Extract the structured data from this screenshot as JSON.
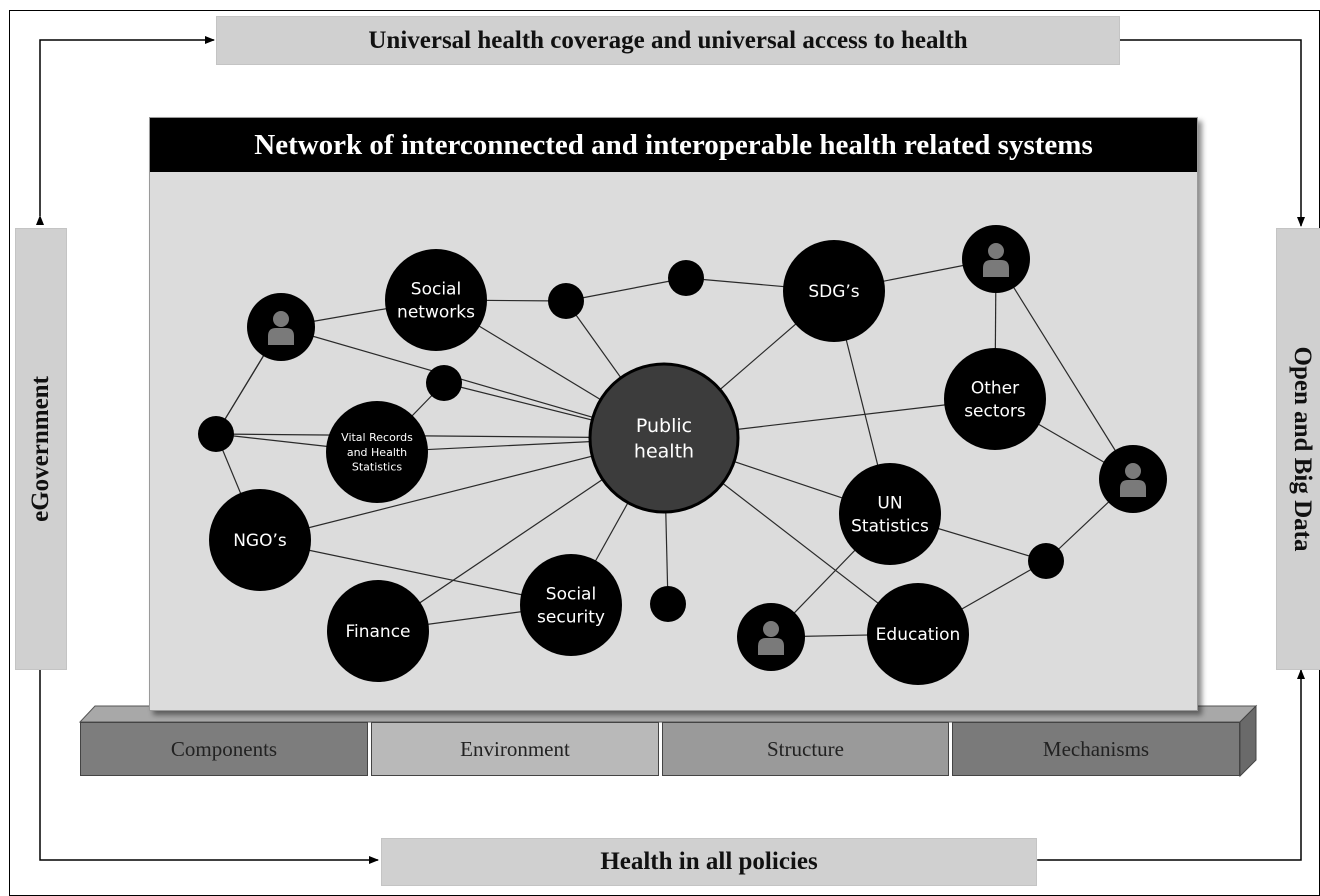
{
  "banners": {
    "top": "Universal health coverage and universal access to health",
    "bottom": "Health in all policies",
    "left": "eGovernment",
    "right": "Open and Big Data"
  },
  "network": {
    "title": "Network of interconnected and interoperable health related systems"
  },
  "nodes": [
    {
      "id": "public-health",
      "label": [
        "Public",
        "health"
      ],
      "kind": "center"
    },
    {
      "id": "social-networks",
      "label": [
        "Social",
        "networks"
      ],
      "kind": "labeled"
    },
    {
      "id": "sdgs",
      "label": [
        "SDG’s"
      ],
      "kind": "labeled"
    },
    {
      "id": "other-sectors",
      "label": [
        "Other",
        "sectors"
      ],
      "kind": "labeled"
    },
    {
      "id": "vital-records",
      "label": [
        "Vital Records",
        "and Health",
        "Statistics"
      ],
      "kind": "labeled"
    },
    {
      "id": "ngos",
      "label": [
        "NGO’s"
      ],
      "kind": "labeled"
    },
    {
      "id": "finance",
      "label": [
        "Finance"
      ],
      "kind": "labeled"
    },
    {
      "id": "social-security",
      "label": [
        "Social",
        "security"
      ],
      "kind": "labeled"
    },
    {
      "id": "un-statistics",
      "label": [
        "UN",
        "Statistics"
      ],
      "kind": "labeled"
    },
    {
      "id": "education",
      "label": [
        "Education"
      ],
      "kind": "labeled"
    },
    {
      "id": "person-1",
      "label": [],
      "kind": "person"
    },
    {
      "id": "person-2",
      "label": [],
      "kind": "person"
    },
    {
      "id": "person-3",
      "label": [],
      "kind": "person"
    },
    {
      "id": "person-4",
      "label": [],
      "kind": "person"
    },
    {
      "id": "dot-1",
      "label": [],
      "kind": "dot"
    },
    {
      "id": "dot-2",
      "label": [],
      "kind": "dot"
    },
    {
      "id": "dot-3",
      "label": [],
      "kind": "dot"
    },
    {
      "id": "dot-4",
      "label": [],
      "kind": "dot"
    },
    {
      "id": "dot-5",
      "label": [],
      "kind": "dot"
    },
    {
      "id": "dot-6",
      "label": [],
      "kind": "dot"
    }
  ],
  "edges": [
    [
      "public-health",
      "social-networks"
    ],
    [
      "public-health",
      "dot-2"
    ],
    [
      "public-health",
      "sdgs"
    ],
    [
      "public-health",
      "other-sectors"
    ],
    [
      "public-health",
      "person-1"
    ],
    [
      "public-health",
      "vital-records"
    ],
    [
      "public-health",
      "dot-1"
    ],
    [
      "public-health",
      "ngos"
    ],
    [
      "public-health",
      "finance"
    ],
    [
      "public-health",
      "social-security"
    ],
    [
      "public-health",
      "dot-6"
    ],
    [
      "public-health",
      "un-statistics"
    ],
    [
      "public-health",
      "education"
    ],
    [
      "public-health",
      "dot-4"
    ],
    [
      "person-1",
      "social-networks"
    ],
    [
      "person-1",
      "dot-1"
    ],
    [
      "social-networks",
      "dot-2"
    ],
    [
      "dot-2",
      "dot-3"
    ],
    [
      "dot-3",
      "sdgs"
    ],
    [
      "sdgs",
      "person-2"
    ],
    [
      "sdgs",
      "un-statistics"
    ],
    [
      "person-2",
      "other-sectors"
    ],
    [
      "person-2",
      "person-4"
    ],
    [
      "other-sectors",
      "person-4"
    ],
    [
      "person-4",
      "dot-5"
    ],
    [
      "dot-5",
      "un-statistics"
    ],
    [
      "dot-5",
      "education"
    ],
    [
      "un-statistics",
      "person-3"
    ],
    [
      "person-3",
      "education"
    ],
    [
      "dot-1",
      "person-1"
    ],
    [
      "dot-4",
      "vital-records"
    ],
    [
      "dot-1",
      "vital-records"
    ],
    [
      "dot-1",
      "ngos"
    ],
    [
      "ngos",
      "social-security"
    ],
    [
      "finance",
      "social-security"
    ]
  ],
  "base": [
    "Components",
    "Environment",
    "Structure",
    "Mechanisms"
  ],
  "colors": {
    "banner": "#d0d0d0",
    "panel": "#dcdcdc",
    "node": "#000000",
    "center_node": "#3c3c3c",
    "person_icon": "#7a7a7a",
    "base": [
      "#7d7d7d",
      "#b9b9b9",
      "#9a9a9a",
      "#7a7a7a"
    ]
  }
}
